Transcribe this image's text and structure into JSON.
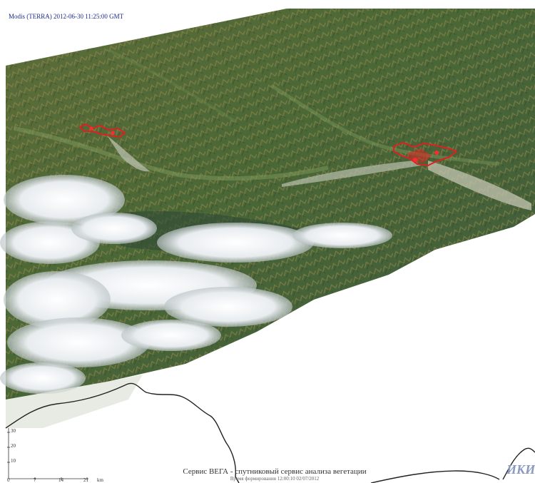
{
  "caption": "Modis (TERRA) 2012-06-30 11:25:00 GMT",
  "footer": {
    "title": "Сервис ВЕГА - спутниковый сервис анализа вегетации",
    "subtitle": "Время формирования 12:00:10 02/07/2012"
  },
  "logo_text": "ИКИ",
  "scale": {
    "vertical_ticks": [
      "30",
      "20",
      "10"
    ],
    "horizontal_ticks": [
      "0",
      "7",
      "14",
      "21"
    ],
    "unit": "km"
  },
  "colors": {
    "forest": "#4a6a3a",
    "cloud": "#f4f6f8",
    "fire": "#e02020",
    "smoke": "#b9bfae",
    "border": "#222222",
    "caption": "#1a2a8a"
  }
}
